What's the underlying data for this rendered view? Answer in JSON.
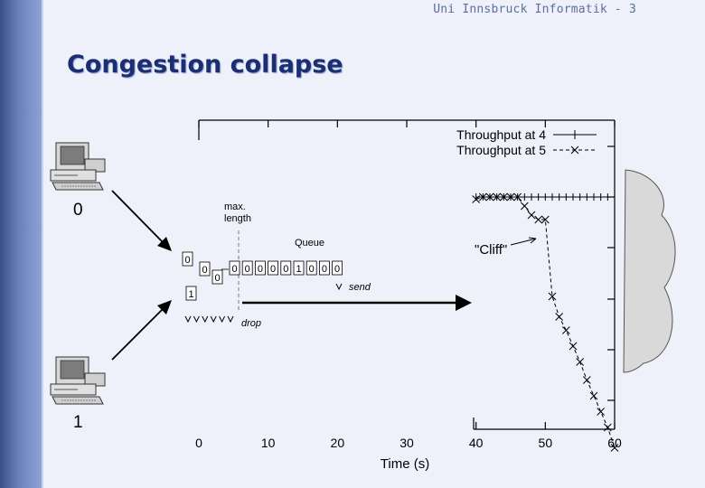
{
  "header": {
    "footer_text": "Uni Innsbruck Informatik - 3",
    "title": "Congestion collapse"
  },
  "hosts": [
    {
      "label": "0"
    },
    {
      "label": "1"
    }
  ],
  "queue": {
    "title": "Queue",
    "max_length_line1": "max.",
    "max_length_line2": "length",
    "send_label": "send",
    "drop_label": "drop",
    "incoming_top": [
      "0",
      "0",
      "0"
    ],
    "incoming_bottom": [
      "1"
    ],
    "cells": [
      "0",
      "0",
      "0",
      "0",
      "0",
      "1",
      "0",
      "0",
      "0"
    ]
  },
  "chart_data": {
    "type": "line",
    "xlabel": "Time (s)",
    "x_ticks": [
      "0",
      "10",
      "20",
      "30",
      "40",
      "50",
      "60"
    ],
    "xlim": [
      0,
      60
    ],
    "series": [
      {
        "name": "Throughput at 4",
        "x": [
          40,
          41,
          42,
          43,
          44,
          45,
          46,
          47,
          48,
          49,
          50,
          51,
          52,
          53,
          54,
          55,
          56,
          57,
          58,
          59,
          60
        ],
        "y": [
          1,
          1,
          1,
          1,
          1,
          1,
          1,
          1,
          1,
          1,
          1,
          1,
          1,
          1,
          1,
          1,
          1,
          1,
          1,
          1,
          1
        ]
      },
      {
        "name": "Throughput at 5",
        "x": [
          40,
          41,
          42,
          43,
          44,
          45,
          46,
          47,
          48,
          49,
          50,
          51,
          52,
          53,
          54,
          55,
          56,
          57,
          58,
          59,
          60
        ],
        "y": [
          0.99,
          1,
          1,
          1,
          1,
          1,
          1,
          0.96,
          0.92,
          0.9,
          0.9,
          0.56,
          0.47,
          0.41,
          0.34,
          0.27,
          0.19,
          0.12,
          0.05,
          -0.02,
          -0.11
        ]
      }
    ],
    "annotation": "\"Cliff\""
  }
}
